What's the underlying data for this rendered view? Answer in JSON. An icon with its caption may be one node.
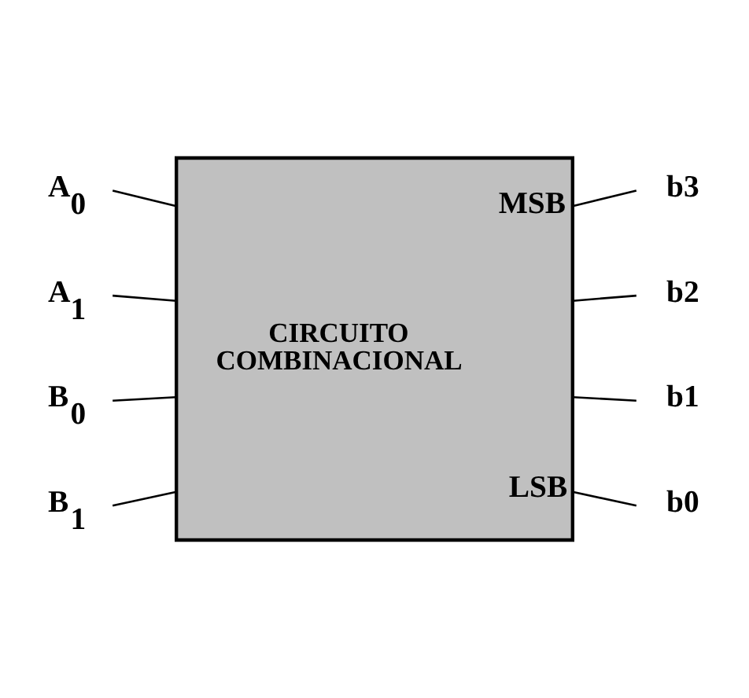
{
  "diagram": {
    "nodes": [
      {
        "text": [
          "MSB",
          "CIRCUITO COMBINACIONAL",
          "LSB"
        ]
      },
      {
        "text": [
          "A$_{0}$"
        ]
      },
      {
        "text": [
          "A$_{1}$"
        ]
      },
      {
        "text": [
          "B$_{0}$"
        ]
      },
      {
        "text": [
          "B$_{1}$"
        ]
      },
      {
        "text": [
          "b3"
        ]
      },
      {
        "text": [
          "b2"
        ]
      },
      {
        "text": [
          "b1"
        ]
      },
      {
        "text": [
          "b0"
        ]
      }
    ],
    "edges": [
      {
        "from": 1,
        "to": 0,
        "arrow": "none"
      },
      {
        "from": 2,
        "to": 0,
        "arrow": "none"
      },
      {
        "from": 3,
        "to": 0,
        "arrow": "none"
      },
      {
        "from": 4,
        "to": 0,
        "arrow": "none"
      },
      {
        "from": 0,
        "to": 5,
        "arrow": "none"
      },
      {
        "from": 0,
        "to": 6,
        "arrow": "none"
      },
      {
        "from": 0,
        "to": 7,
        "arrow": "none"
      },
      {
        "from": 0,
        "to": 8,
        "arrow": "none"
      }
    ]
  }
}
